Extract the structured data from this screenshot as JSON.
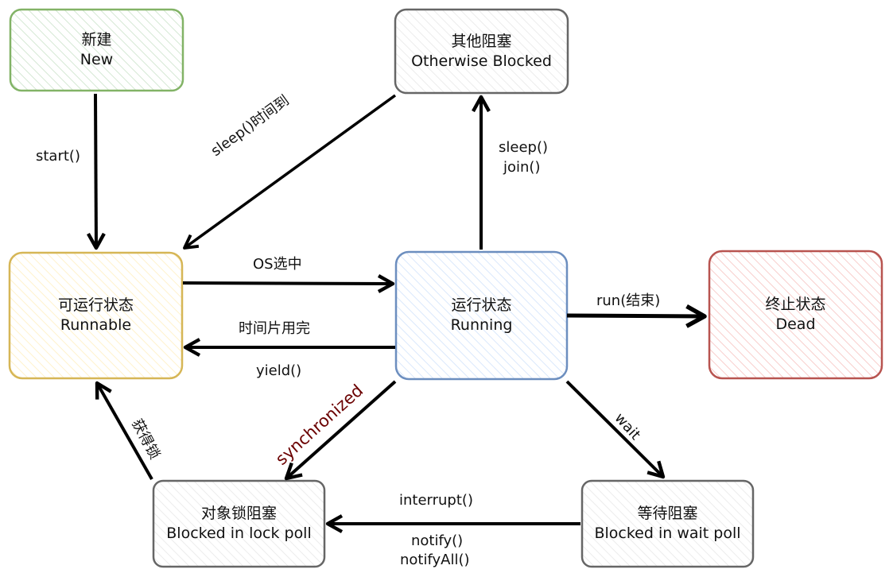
{
  "diagram": {
    "title": "Java thread state transitions",
    "states": {
      "new": {
        "zh": "新建",
        "en": "New",
        "stroke": "#82b366",
        "fill": "#d5e8d4"
      },
      "other": {
        "zh": "其他阻塞",
        "en": "Otherwise Blocked",
        "stroke": "#666666",
        "fill": "#f0f0f0"
      },
      "runnable": {
        "zh": "可运行状态",
        "en": "Runnable",
        "stroke": "#d6b656",
        "fill": "#fff2cc"
      },
      "running": {
        "zh": "运行状态",
        "en": "Running",
        "stroke": "#6c8ebf",
        "fill": "#dae8fc"
      },
      "dead": {
        "zh": "终止状态",
        "en": "Dead",
        "stroke": "#b85450",
        "fill": "#f8cecc"
      },
      "lock": {
        "zh": "对象锁阻塞",
        "en": "Blocked in lock poll",
        "stroke": "#666666",
        "fill": "#f0f0f0"
      },
      "wait": {
        "zh": "等待阻塞",
        "en": "Blocked in wait poll",
        "stroke": "#666666",
        "fill": "#f0f0f0"
      }
    },
    "transitions": [
      {
        "id": "start",
        "from": "new",
        "to": "runnable",
        "labels": [
          "start()"
        ]
      },
      {
        "id": "sleep-end",
        "from": "other",
        "to": "runnable",
        "labels": [
          "sleep()时间到"
        ]
      },
      {
        "id": "os-pick",
        "from": "runnable",
        "to": "running",
        "labels": [
          "OS选中"
        ]
      },
      {
        "id": "yield",
        "from": "running",
        "to": "runnable",
        "labels": [
          "时间片用完",
          "yield()"
        ]
      },
      {
        "id": "sleep",
        "from": "running",
        "to": "other",
        "labels": [
          "sleep()",
          "join()"
        ]
      },
      {
        "id": "run-end",
        "from": "running",
        "to": "dead",
        "labels": [
          "run(结束)"
        ]
      },
      {
        "id": "sync",
        "from": "running",
        "to": "lock",
        "labels": [
          "synchronized"
        ],
        "label_color": "#6b0000"
      },
      {
        "id": "wait",
        "from": "running",
        "to": "wait",
        "labels": [
          "wait"
        ]
      },
      {
        "id": "get-lock",
        "from": "lock",
        "to": "runnable",
        "labels": [
          "获得锁"
        ]
      },
      {
        "id": "notify",
        "from": "wait",
        "to": "lock",
        "labels": [
          "interrupt()",
          "notify()",
          "notifyAll()"
        ]
      }
    ]
  }
}
